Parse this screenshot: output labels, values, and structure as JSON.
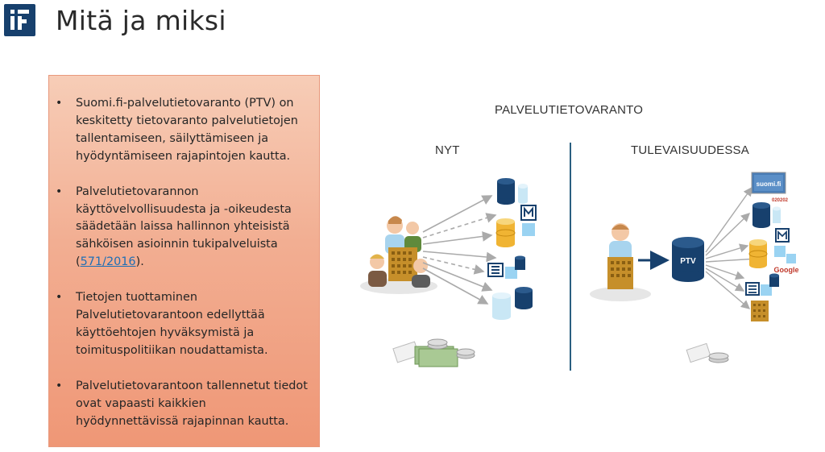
{
  "slide": {
    "title": "Mitä ja miksi"
  },
  "bullets": [
    {
      "text": "Suomi.fi-palvelutietovaranto (PTV) on keskitetty tietovaranto palvelutietojen tallentamiseen, säilyttämiseen ja hyödyntämiseen rajapintojen kautta."
    },
    {
      "text_before": "Palvelutietovarannon käyttövelvollisuudesta ja -oikeudesta säädetään laissa hallinnon yhteisistä sähköisen asioinnin tukipalveluista (",
      "link": "571/2016",
      "text_after": ")."
    },
    {
      "text": "Tietojen tuottaminen Palvelutietovarantoon edellyttää käyttöehtojen hyväksymistä ja toimituspolitiikan noudattamista."
    },
    {
      "text": "Palvelutietovarantoon tallennetut tiedot ovat vapaasti kaikkien hyödynnettävissä rajapinnan kautta."
    }
  ],
  "diagram": {
    "heading": "PALVELUTIETOVARANTO",
    "left_label": "NYT",
    "right_label": "TULEVAISUUDESSA",
    "ptv_label": "PTV",
    "suomi_label": "suomi.fi",
    "suomi_sub": "020202",
    "google_label": "Google",
    "colors": {
      "navy": "#17406d",
      "db_gold": "#f0b433",
      "db_lightblue": "#c9e7f5",
      "square_blue": "#9ad3f2",
      "arrow_gray": "#aaaaaa",
      "divider": "#2a5f80"
    }
  }
}
